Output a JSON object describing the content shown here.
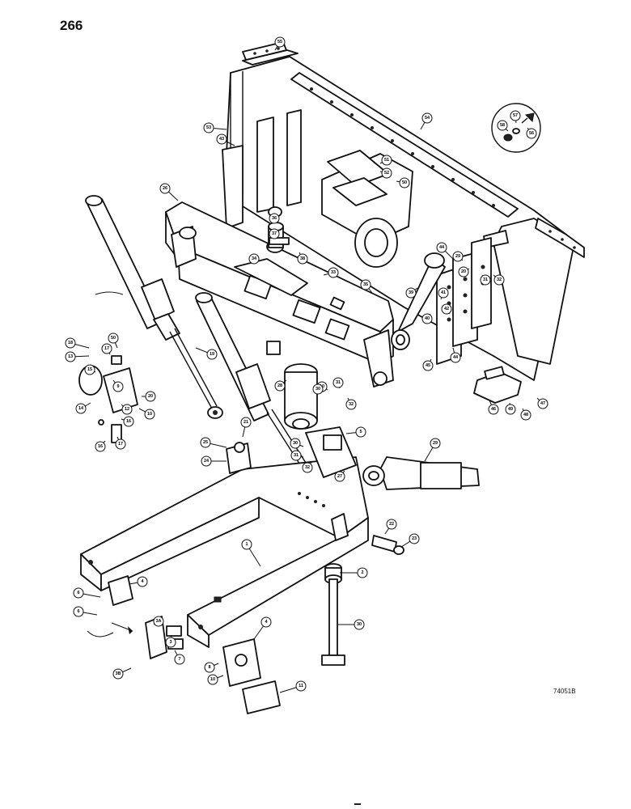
{
  "page_number": "266",
  "figure_code": "74051B",
  "callouts": [
    "1",
    "2",
    "3",
    "3A",
    "3B",
    "4",
    "5",
    "6",
    "6A",
    "7",
    "8",
    "9",
    "10",
    "11",
    "12",
    "13",
    "14",
    "15",
    "16",
    "17",
    "18",
    "19",
    "20",
    "21",
    "22",
    "23",
    "24",
    "25",
    "26",
    "27",
    "28",
    "29",
    "30",
    "31",
    "32",
    "33",
    "34",
    "35",
    "36",
    "37",
    "38",
    "39",
    "40",
    "41",
    "42",
    "43",
    "44",
    "45",
    "46",
    "47",
    "48",
    "49",
    "50",
    "51",
    "52",
    "53",
    "54",
    "55",
    "56",
    "57",
    "58"
  ]
}
